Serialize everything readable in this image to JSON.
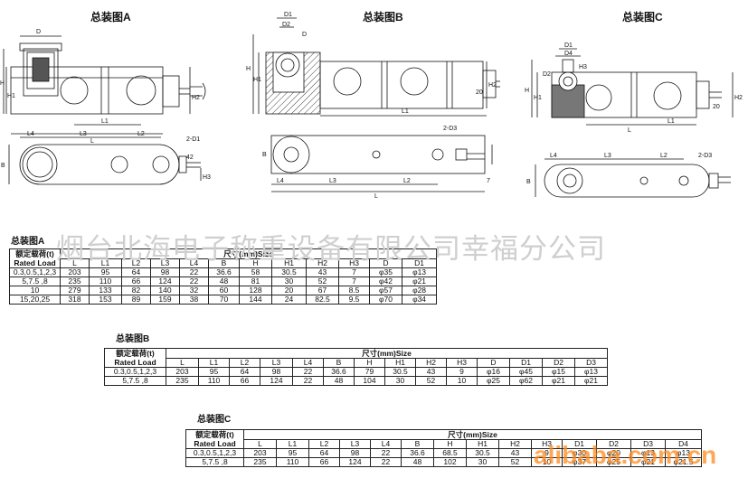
{
  "drawings": {
    "a": {
      "title": "总装图A",
      "labels": {
        "H": "H",
        "H1": "H1",
        "H2": "H2",
        "L": "L",
        "L1": "L1",
        "L2": "L2",
        "L3": "L3",
        "L4": "L4",
        "B": "B",
        "D": "D",
        "D1": "2-D1",
        "w42": "42",
        "H3": "H3"
      }
    },
    "b": {
      "title": "总装图B",
      "labels": {
        "H": "H",
        "H1": "H1",
        "H2": "H2",
        "L": "L",
        "L1": "L1",
        "L2": "L2",
        "L3": "L3",
        "L4": "L4",
        "B": "B",
        "D": "D",
        "D1": "D1",
        "D2": "D2",
        "D3": "2-D3",
        "w20": "20",
        "w7": "7"
      }
    },
    "c": {
      "title": "总装图C",
      "labels": {
        "H": "H",
        "H1": "H1",
        "H2": "H2",
        "H3": "H3",
        "L": "L",
        "L1": "L1",
        "L2": "L2",
        "L3": "L3",
        "L4": "L4",
        "B": "B",
        "D1": "D1",
        "D2": "D2",
        "D4": "D4",
        "D3": "2-D3",
        "w20": "20"
      }
    }
  },
  "tables": {
    "a": {
      "title": "总装图A",
      "load_header": [
        "额定载荷(t)",
        "Rated Load"
      ],
      "size_header": "尺寸(mm)Size",
      "columns": [
        "L",
        "L1",
        "L2",
        "L3",
        "L4",
        "B",
        "H",
        "H1",
        "H2",
        "H3",
        "D",
        "D1"
      ],
      "rows": [
        [
          "0.3,0.5,1,2,3",
          "203",
          "95",
          "64",
          "98",
          "22",
          "36.6",
          "58",
          "30.5",
          "43",
          "7",
          "φ35",
          "φ13"
        ],
        [
          "5,7.5 ,8",
          "235",
          "110",
          "66",
          "124",
          "22",
          "48",
          "81",
          "30",
          "52",
          "7",
          "φ42",
          "φ21"
        ],
        [
          "10",
          "279",
          "133",
          "82",
          "140",
          "32",
          "60",
          "128",
          "20",
          "67",
          "8.5",
          "φ57",
          "φ28"
        ],
        [
          "15,20,25",
          "318",
          "153",
          "89",
          "159",
          "38",
          "70",
          "144",
          "24",
          "82.5",
          "9.5",
          "φ70",
          "φ34"
        ]
      ]
    },
    "b": {
      "title": "总装图B",
      "load_header": [
        "额定载荷(t)",
        "Rated Load"
      ],
      "size_header": "尺寸(mm)Size",
      "columns": [
        "L",
        "L1",
        "L2",
        "L3",
        "L4",
        "B",
        "H",
        "H1",
        "H2",
        "H3",
        "D",
        "D1",
        "D2",
        "D3"
      ],
      "rows": [
        [
          "0.3,0.5,1,2,3",
          "203",
          "95",
          "64",
          "98",
          "22",
          "36.6",
          "79",
          "30.5",
          "43",
          "9",
          "φ16",
          "φ45",
          "φ15",
          "φ13"
        ],
        [
          "5,7.5 ,8",
          "235",
          "110",
          "66",
          "124",
          "22",
          "48",
          "104",
          "30",
          "52",
          "10",
          "φ25",
          "φ62",
          "φ21",
          "φ21"
        ]
      ]
    },
    "c": {
      "title": "总装图C",
      "load_header": [
        "额定载荷(t)",
        "Rated Load"
      ],
      "size_header": "尺寸(mm)Size",
      "columns": [
        "L",
        "L1",
        "L2",
        "L3",
        "L4",
        "B",
        "H",
        "H1",
        "H2",
        "H3",
        "D1",
        "D2",
        "D3",
        "D4"
      ],
      "rows": [
        [
          "0.3,0.5,1,2,3",
          "203",
          "95",
          "64",
          "98",
          "22",
          "36.6",
          "68.5",
          "30.5",
          "43",
          "9",
          "φ30",
          "φ20",
          "φ13",
          "φ13"
        ],
        [
          "5,7.5 ,8",
          "235",
          "110",
          "66",
          "124",
          "22",
          "48",
          "102",
          "30",
          "52",
          "10",
          "φ37",
          "φ25",
          "φ21",
          "φ21.5"
        ]
      ]
    }
  },
  "watermarks": {
    "company": "烟台北海电子称重设备有限公司幸福分公司",
    "alibaba": "alibaba.com.cn"
  }
}
